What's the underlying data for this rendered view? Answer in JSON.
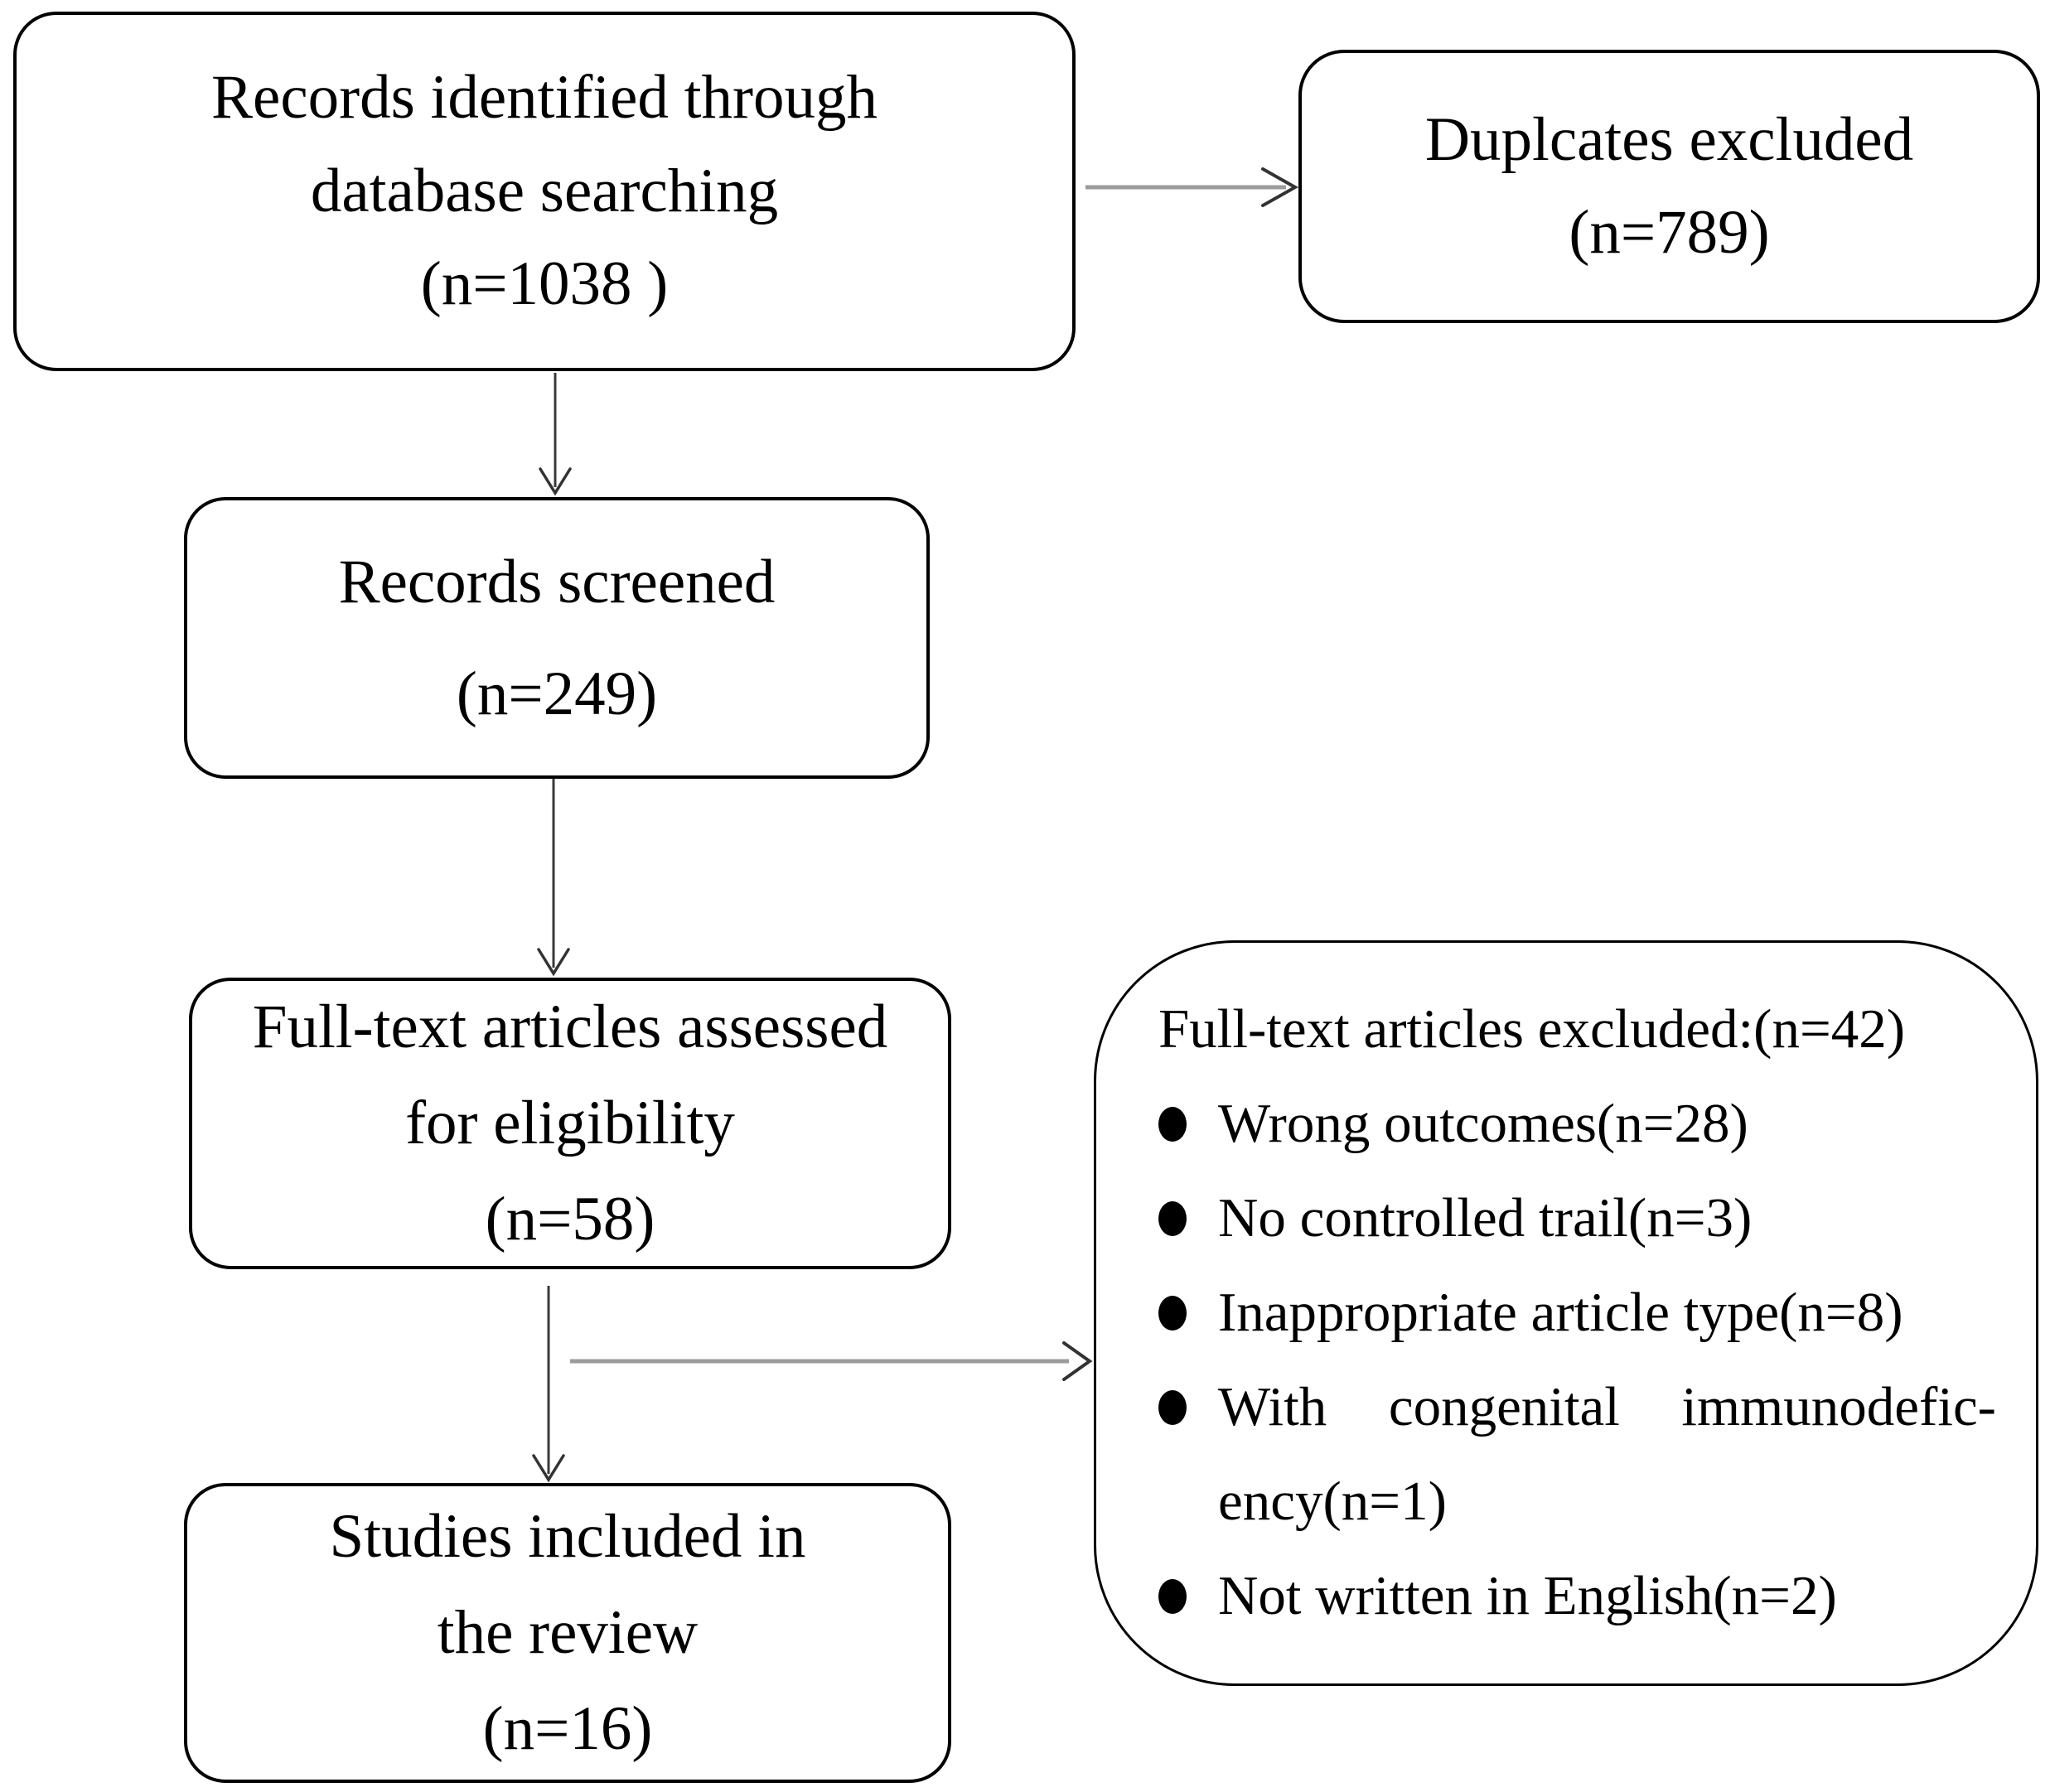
{
  "diagram": {
    "boxes": {
      "identified": {
        "lines": [
          "Records identified through",
          "database searching",
          "(n=1038 )"
        ]
      },
      "duplicates": {
        "lines": [
          "Duplcates excluded",
          "(n=789)"
        ]
      },
      "screened": {
        "lines": [
          "Records screened",
          "(n=249)"
        ]
      },
      "fulltext": {
        "lines": [
          "Full-text articles assessed",
          "for eligibility",
          "(n=58)"
        ]
      },
      "excluded": {
        "title": "Full-text articles excluded:(n=42)",
        "items": [
          {
            "text": "Wrong outcomes(n=28)"
          },
          {
            "text": "No controlled trail(n=3)"
          },
          {
            "text": "Inappropriate article type(n=8)"
          },
          {
            "text": "With congenital immunodefic-",
            "text2": "ency(n=1)"
          },
          {
            "text": "Not written in English(n=2)"
          }
        ]
      },
      "included": {
        "lines": [
          "Studies included in",
          "the review",
          "(n=16)"
        ]
      }
    },
    "colors": {
      "background": "#ffffff",
      "box_border": "#000000",
      "text": "#000000",
      "arrow_shaft_horizontal": "#9b9b9b",
      "arrow_shaft_vertical": "#3a3a3a",
      "arrow_head": "#333333"
    }
  }
}
